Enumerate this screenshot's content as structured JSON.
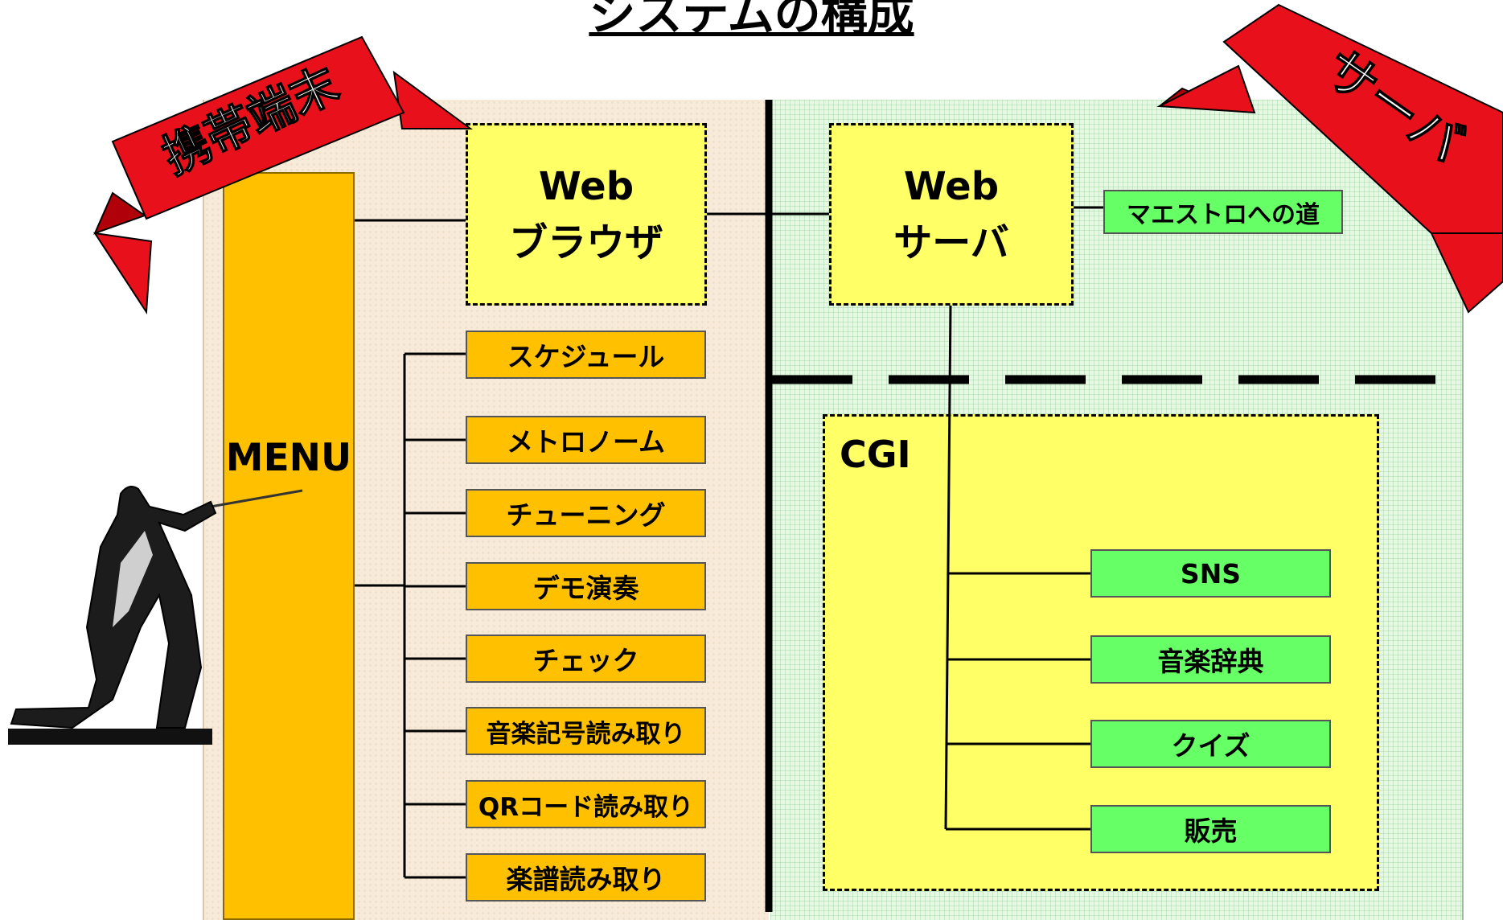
{
  "title": "システムの構成",
  "ribbons": {
    "left": "携帯端末",
    "right": "サーバ"
  },
  "menu": {
    "label": "MENU"
  },
  "browser": {
    "line1": "Web",
    "line2": "ブラウザ"
  },
  "server": {
    "line1": "Web",
    "line2": "サーバ"
  },
  "server_link": "マエストロへの道",
  "cgi": {
    "label": "CGI"
  },
  "menu_items": [
    "スケジュール",
    "メトロノーム",
    "チューニング",
    "デモ演奏",
    "チェック",
    "音楽記号読み取り",
    "QRコード読み取り",
    "楽譜読み取り"
  ],
  "cgi_items": [
    "SNS",
    "音楽辞典",
    "クイズ",
    "販売"
  ],
  "colors": {
    "ribbon_red": "#e8101a",
    "menu_orange": "#ffc000",
    "box_yellow": "#ffff66",
    "box_green": "#66ff66",
    "left_panel": "#f8ead8",
    "right_panel": "#e6f8e4"
  }
}
